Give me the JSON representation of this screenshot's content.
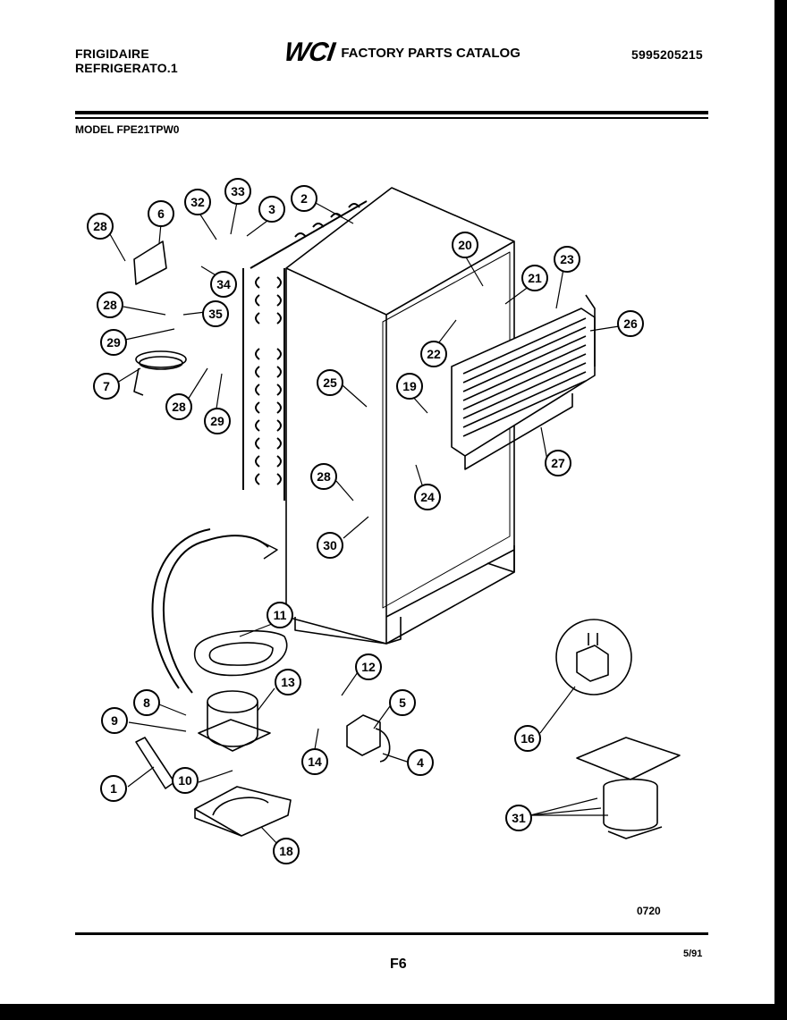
{
  "header": {
    "brand_line1": "FRIGIDAIRE",
    "brand_line2": "REFRIGERATO.1",
    "logo": "WCI",
    "catalog_title": "FACTORY PARTS CATALOG",
    "part_number": "5995205215"
  },
  "model": "MODEL FPE21TPW0",
  "callouts": [
    "28",
    "6",
    "32",
    "33",
    "3",
    "2",
    "20",
    "23",
    "21",
    "26",
    "34",
    "35",
    "28",
    "29",
    "22",
    "7",
    "28",
    "29",
    "25",
    "19",
    "27",
    "28",
    "24",
    "30",
    "11",
    "12",
    "13",
    "8",
    "5",
    "9",
    "14",
    "4",
    "16",
    "1",
    "10",
    "18",
    "31"
  ],
  "footer": {
    "ref_code": "0720",
    "page_code": "F6",
    "date": "5/91"
  }
}
